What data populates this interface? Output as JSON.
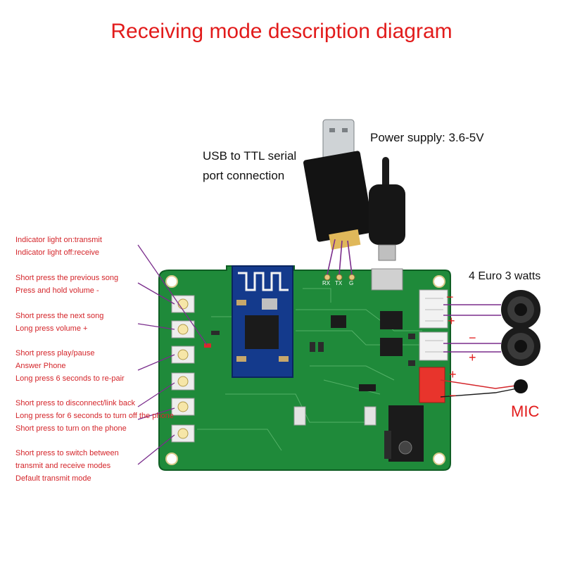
{
  "title": "Receiving mode description diagram",
  "usb_ttl": {
    "line1": "USB to TTL serial",
    "line2": "port connection"
  },
  "power": "Power supply: 3.6-5V",
  "speaker": "4 Euro 3 watts",
  "mic": "MIC",
  "pins": {
    "rx": "RX",
    "tx": "TX",
    "g": "G"
  },
  "polarity": {
    "minus": "−",
    "plus": "+"
  },
  "notes": [
    {
      "lines": [
        "Indicator light on:transmit",
        "Indicator light off:receive"
      ]
    },
    {
      "lines": [
        "Short press the previous song",
        "Press and hold volume -"
      ]
    },
    {
      "lines": [
        "Short press the next song",
        "Long press volume +"
      ]
    },
    {
      "lines": [
        "Short press play/pause",
        "Answer Phone",
        "Long press 6 seconds to re-pair"
      ]
    },
    {
      "lines": [
        "Short press to disconnect/link back",
        "Long press for 6 seconds to turn off the phone",
        "Short press to turn on the phone"
      ]
    },
    {
      "lines": [
        "Short press to switch between",
        " transmit and receive modes",
        "Default transmit mode"
      ]
    }
  ]
}
